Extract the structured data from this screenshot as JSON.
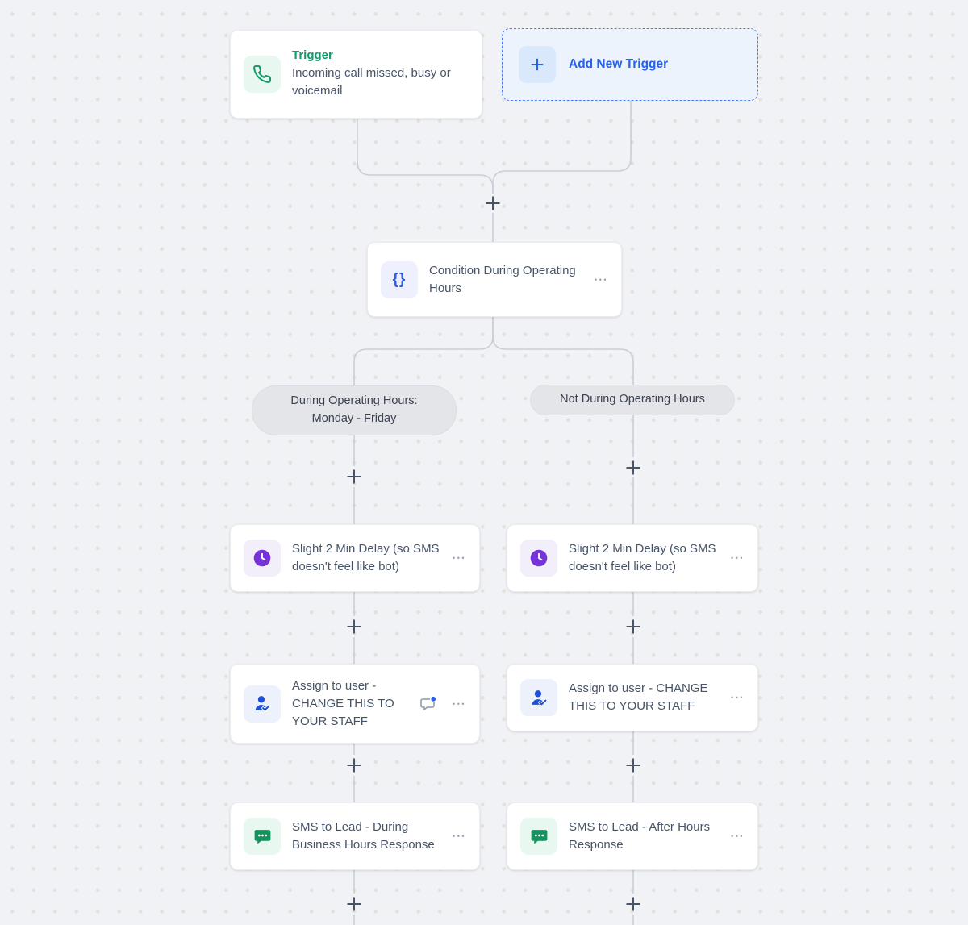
{
  "colors": {
    "canvas_bg": "#f1f2f5",
    "grid_dot": "#e4e1da",
    "connector": "#c9ced6",
    "plus": "#475467",
    "card_bg": "#ffffff",
    "body_text": "#475467",
    "trigger_green": "#13996e",
    "trigger_icon_bg": "#e8f7f0",
    "add_trigger_blue": "#2563eb",
    "add_trigger_bg": "#ecf3fc",
    "condition_blue": "#2a5ce8",
    "condition_icon_bg": "#eef1fd",
    "delay_purple": "#7533d9",
    "delay_icon_bg": "#f2effb",
    "assign_blue": "#1d4fd8",
    "assign_icon_bg": "#ecf1fc",
    "sms_green": "#16925f",
    "sms_icon_bg": "#e8f7ef",
    "pill_bg": "#e4e5e9",
    "pill_text": "#3a4150"
  },
  "trigger_node": {
    "title": "Trigger",
    "description": "Incoming call missed, busy or voicemail",
    "icon": "phone-icon"
  },
  "add_trigger_button": {
    "label": "Add New Trigger",
    "icon": "plus-icon"
  },
  "condition_node": {
    "title": "Condition During Operating Hours",
    "icon": "braces-icon",
    "icon_glyph": "{}"
  },
  "branch_labels": {
    "left": "During Operating Hours: Monday - Friday",
    "right": "Not During Operating Hours"
  },
  "action_nodes": {
    "left": [
      {
        "title": "Slight 2 Min Delay (so SMS doesn't feel like bot)",
        "icon": "clock-icon"
      },
      {
        "title": "Assign to user - CHANGE THIS TO YOUR STAFF",
        "icon": "assign-user-icon",
        "has_comment": true
      },
      {
        "title": "SMS to Lead - During Business Hours Response",
        "icon": "sms-icon"
      }
    ],
    "right": [
      {
        "title": "Slight 2 Min Delay (so SMS doesn't feel like bot)",
        "icon": "clock-icon"
      },
      {
        "title": "Assign to user - CHANGE THIS TO YOUR STAFF",
        "icon": "assign-user-icon"
      },
      {
        "title": "SMS to Lead - After Hours Response",
        "icon": "sms-icon"
      }
    ]
  },
  "ui": {
    "menu_glyph": "•••"
  }
}
